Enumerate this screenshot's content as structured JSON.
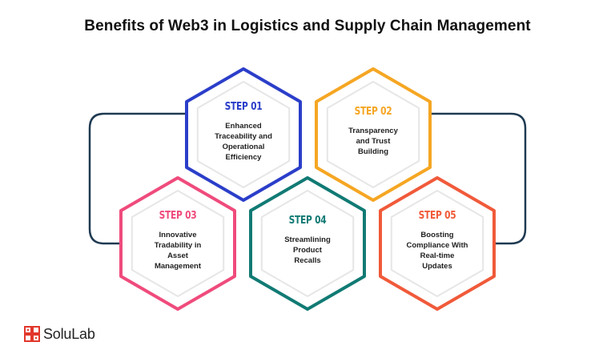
{
  "title": "Benefits of Web3 in Logistics and Supply Chain Management",
  "steps": [
    {
      "label": "STEP 01",
      "desc": [
        "Enhanced",
        "Traceability and",
        "Operational",
        "Efficiency"
      ],
      "color": "#2b3ec9"
    },
    {
      "label": "STEP 02",
      "desc": [
        "Transparency",
        "and Trust",
        "Building"
      ],
      "color": "#f5a623"
    },
    {
      "label": "STEP 03",
      "desc": [
        "Innovative",
        "Tradability in",
        "Asset",
        "Management"
      ],
      "color": "#ef4b7c"
    },
    {
      "label": "STEP 04",
      "desc": [
        "Streamlining",
        "Product",
        "Recalls"
      ],
      "color": "#117a74"
    },
    {
      "label": "STEP 05",
      "desc": [
        "Boosting",
        "Compliance With",
        "Real-time",
        "Updates"
      ],
      "color": "#f05a3a"
    }
  ],
  "connector_color": "#1f3a52",
  "brand": {
    "name": "SoluLab",
    "color": "#e2362b"
  }
}
